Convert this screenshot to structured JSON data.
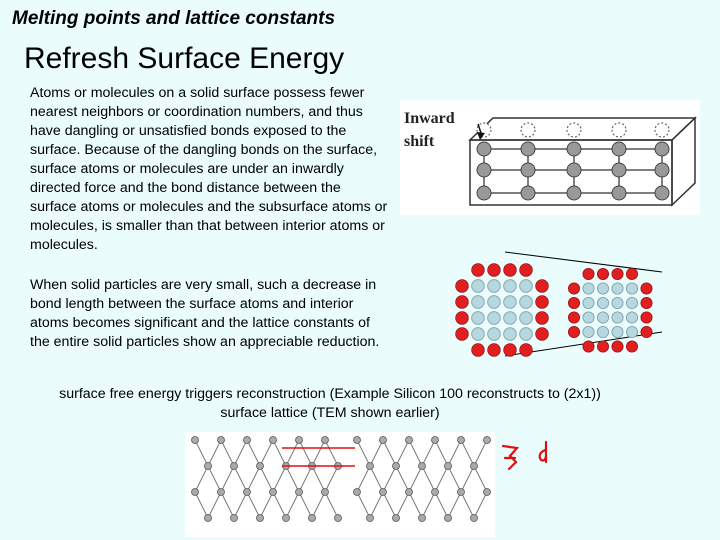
{
  "header": {
    "title": "Melting points and lattice constants",
    "subtitle": "Refresh Surface Energy"
  },
  "body": {
    "paragraph_1": "Atoms or molecules on a solid surface possess fewer nearest neighbors or coordination numbers, and thus have dangling or unsatisfied bonds exposed to the surface. Because of the dangling bonds on the surface, surface atoms or molecules are under an inwardly directed force and the bond distance between the surface atoms or molecules and the subsurface atoms or molecules, is smaller than that between interior atoms or molecules.",
    "paragraph_2": "When solid particles are very small, such a decrease in bond length between the surface atoms and interior atoms becomes significant and the lattice constants of the entire solid particles show an appreciable reduction.",
    "caption": "surface free energy triggers reconstruction  (Example Silicon 100 reconstructs to (2x1)) surface lattice (TEM shown earlier)"
  },
  "figure_lattice": {
    "label_line1": "Inward",
    "label_line2": "shift"
  },
  "colors": {
    "background": "#eafcfc",
    "surface_atom": "#e02020",
    "interior_atom": "#b8d8e0",
    "handwriting": "#e01010"
  }
}
